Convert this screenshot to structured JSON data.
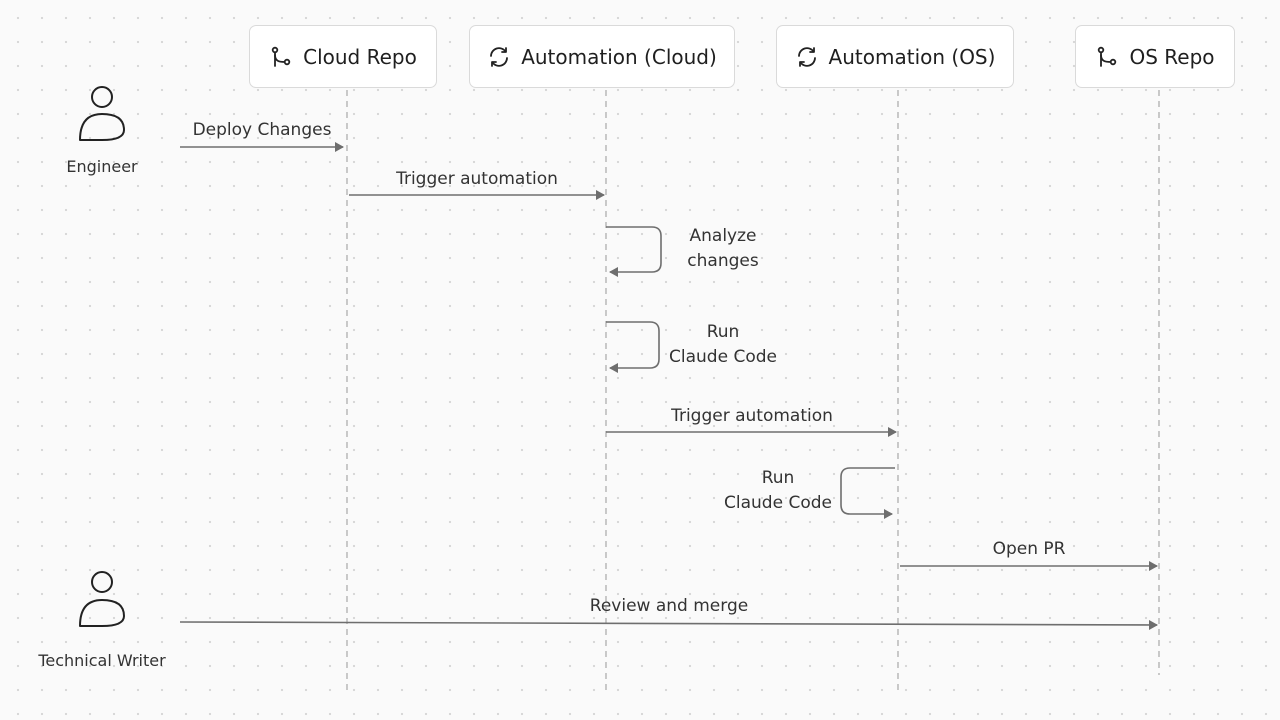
{
  "participants": [
    {
      "label": "Cloud Repo",
      "icon": "git-branch-icon"
    },
    {
      "label": "Automation (Cloud)",
      "icon": "refresh-icon"
    },
    {
      "label": "Automation (OS)",
      "icon": "refresh-icon"
    },
    {
      "label": "OS Repo",
      "icon": "git-branch-icon"
    }
  ],
  "actors": [
    {
      "label": "Engineer",
      "icon": "person-icon"
    },
    {
      "label": "Technical Writer",
      "icon": "person-icon"
    }
  ],
  "messages": [
    {
      "label": "Deploy Changes",
      "from": "Engineer",
      "to": "Cloud Repo"
    },
    {
      "label": "Trigger automation",
      "from": "Cloud Repo",
      "to": "Automation (Cloud)"
    },
    {
      "label_line1": "Analyze",
      "label_line2": "changes",
      "from": "Automation (Cloud)",
      "to": "Automation (Cloud)"
    },
    {
      "label_line1": "Run",
      "label_line2": "Claude Code",
      "from": "Automation (Cloud)",
      "to": "Automation (Cloud)"
    },
    {
      "label": "Trigger automation",
      "from": "Automation (Cloud)",
      "to": "Automation (OS)"
    },
    {
      "label_line1": "Run",
      "label_line2": "Claude Code",
      "from": "Automation (OS)",
      "to": "Automation (OS)"
    },
    {
      "label": "Open PR",
      "from": "Automation (OS)",
      "to": "OS Repo"
    },
    {
      "label": "Review and merge",
      "from": "Technical Writer",
      "to": "OS Repo"
    }
  ],
  "colors": {
    "line": "#6e6e6e",
    "lifeline": "#a8a8a8",
    "box_border": "#dadada",
    "text": "#333333"
  }
}
